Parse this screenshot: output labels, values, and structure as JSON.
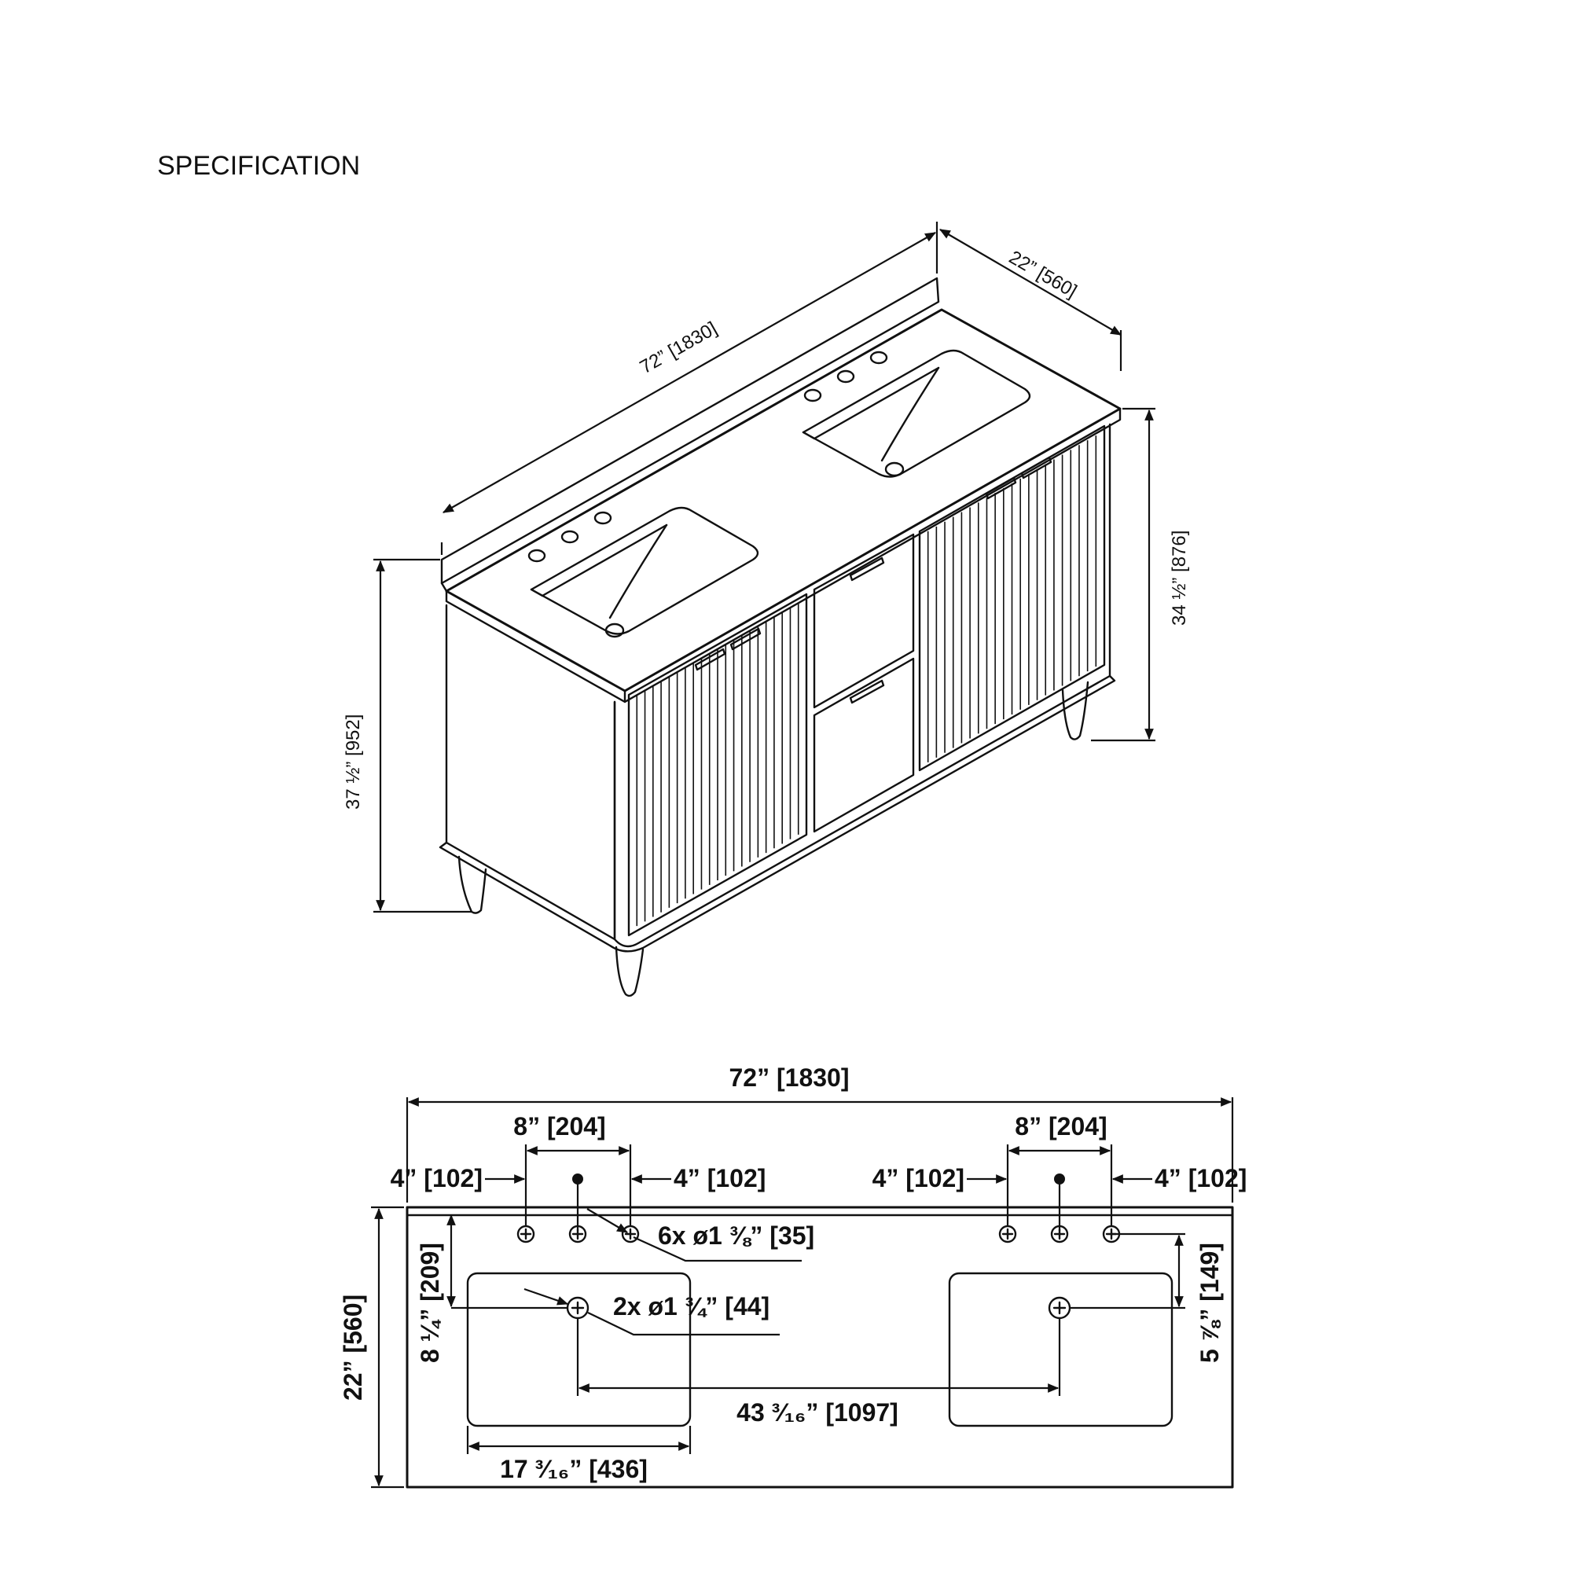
{
  "title": "SPECIFICATION",
  "iso_view": {
    "width_label": "72” [1830]",
    "depth_label": "22” [560]",
    "total_height_label": "37 ½” [952]",
    "counter_height_label": "34 ½” [876]"
  },
  "plan_view": {
    "overall_width_label": "72” [1830]",
    "faucet_spread_left_label": "8” [204]",
    "faucet_spread_right_label": "8” [204]",
    "offset_labels": [
      "4” [102]",
      "4” [102]",
      "4” [102]",
      "4” [102]"
    ],
    "faucet_holes_label": "6x ø1 ⅜” [35]",
    "drain_holes_label": "2x ø1 ¾” [44]",
    "depth_label": "22” [560]",
    "left_hole_depth_label": "8 ¼” [209]",
    "right_hole_depth_label": "5 ⅞” [149]",
    "drain_center_label": "43 ³⁄₁₆” [1097]",
    "sink_width_label": "17 ³⁄₁₆” [436]"
  },
  "colors": {
    "line": "#111111",
    "background": "#ffffff"
  }
}
